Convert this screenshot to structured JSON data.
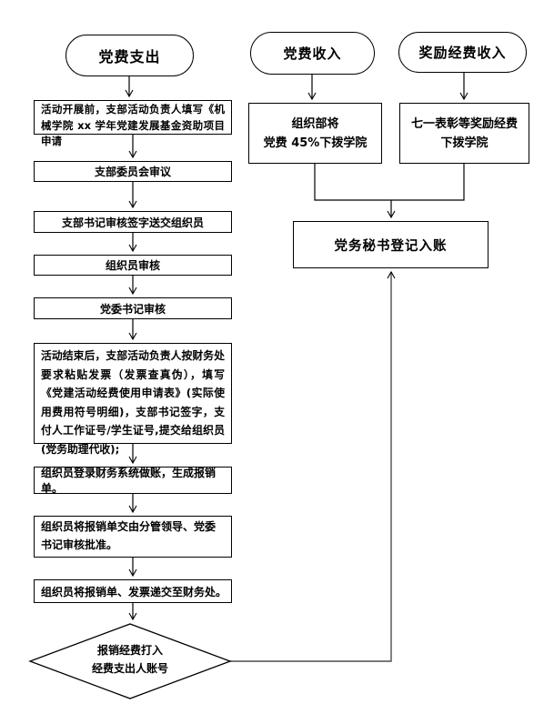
{
  "expense_flow": {
    "start": "党费支出",
    "steps": [
      "活动开展前，支部活动负责人填写《机械学院 xx 学年党建发展基金资助项目申请",
      "支部委员会审议",
      "支部书记审核签字送交组织员",
      "组织员审核",
      "党委书记审核",
      "活动结束后，支部活动负责人按财务处要求粘贴发票（发票查真伪），填写《党建活动经费使用申请表》(实际使用费用符号明细)，支部书记签字，支付人工作证号/学生证号,提交给组织员(党务助理代收);",
      "组织员登录财务系统做账，生成报销单。",
      "组织员将报销单交由分管领导、党委书记审核批准。",
      "组织员将报销单、发票递交至财务处。"
    ],
    "decision": {
      "line1": "报销经费打入",
      "line2": "经费支出人账号"
    }
  },
  "party_fee_income_flow": {
    "start": "党费收入",
    "step_line1": "组织部将",
    "step_line2": "党费 45%下拨学院"
  },
  "reward_income_flow": {
    "start": "奖励经费收入",
    "step_line1": "七一表彰等奖励经费",
    "step_line2": "下拨学院"
  },
  "register": {
    "label": "党务秘书登记入账"
  },
  "colors": {
    "line": "#000000",
    "long_connector": "#4d4d4d",
    "background": "#ffffff"
  }
}
